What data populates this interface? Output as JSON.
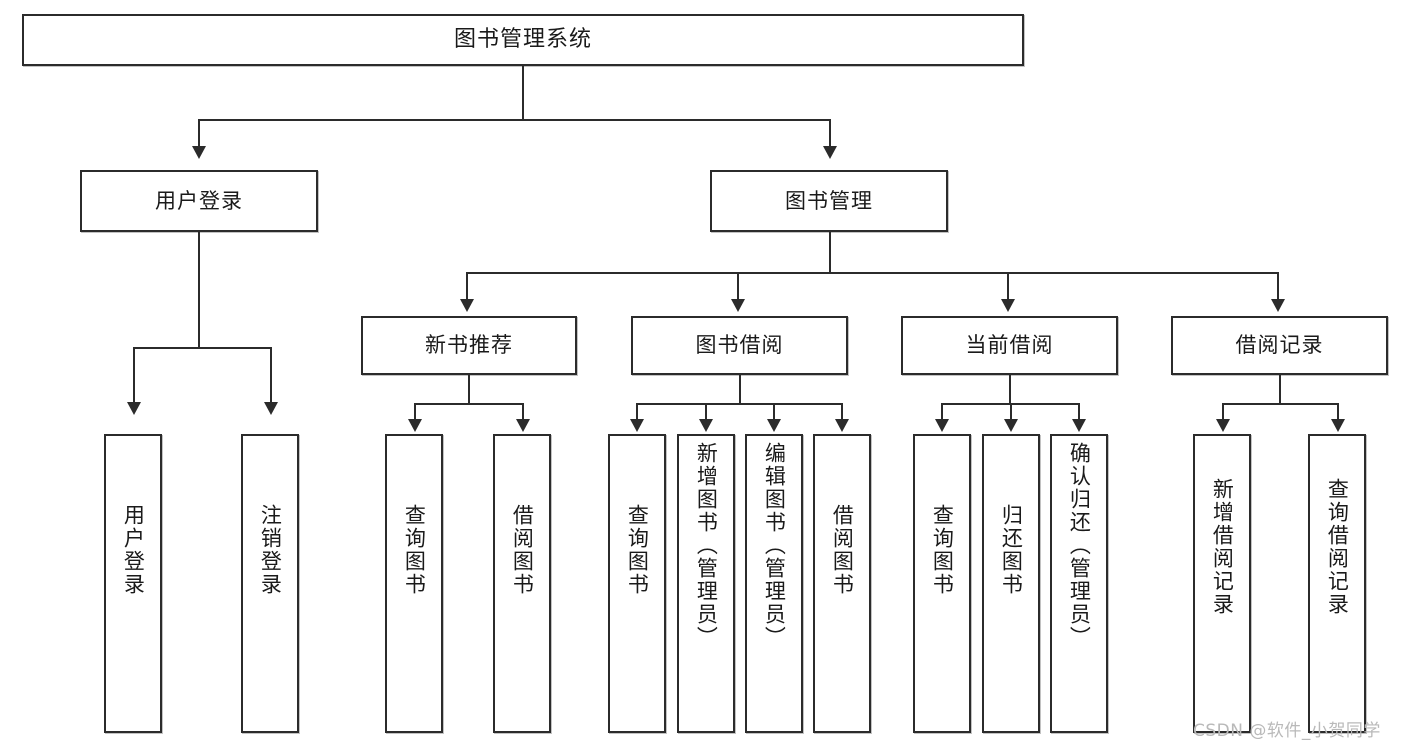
{
  "diagram": {
    "title": "图书管理系统",
    "type": "tree-hierarchy",
    "watermark": "CSDN @软件_小贺同学",
    "colors": {
      "box_border": "#2b2b2b",
      "box_fill": "#ffffff",
      "connector": "#2b2b2b",
      "text": "#1a1a1a",
      "watermark": "#b9b9b9",
      "background": "#ffffff"
    }
  },
  "root": {
    "label": "图书管理系统"
  },
  "level2": [
    {
      "label": "用户登录"
    },
    {
      "label": "图书管理"
    }
  ],
  "level3": [
    {
      "label": "新书推荐"
    },
    {
      "label": "图书借阅"
    },
    {
      "label": "当前借阅"
    },
    {
      "label": "借阅记录"
    }
  ],
  "leaves": {
    "user_login": [
      {
        "label": "用户登录"
      },
      {
        "label": "注销登录"
      }
    ],
    "new_book": [
      {
        "label": "查询图书"
      },
      {
        "label": "借阅图书"
      }
    ],
    "book_borrow": [
      {
        "label": "查询图书"
      },
      {
        "label": "新增图书（管理员）"
      },
      {
        "label": "编辑图书（管理员）"
      },
      {
        "label": "借阅图书"
      }
    ],
    "current_borrow": [
      {
        "label": "查询图书"
      },
      {
        "label": "归还图书"
      },
      {
        "label": "确认归还（管理员）"
      }
    ],
    "borrow_record": [
      {
        "label": "新增借阅记录"
      },
      {
        "label": "查询借阅记录"
      }
    ]
  }
}
